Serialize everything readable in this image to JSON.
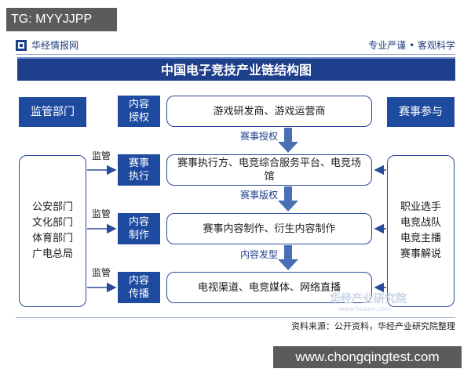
{
  "overlay": {
    "tag": "TG: MYYJJPP",
    "site": "www.chongqingtest.com"
  },
  "header": {
    "brand": "华经情报网",
    "slogan": "专业严谨 • 客观科学"
  },
  "title": "中国电子竞技产业链结构图",
  "left": {
    "header": "监管部门",
    "items": [
      "公安部门",
      "文化部门",
      "体育部门",
      "广电总局"
    ]
  },
  "right": {
    "header": "赛事参与",
    "items": [
      "职业选手",
      "电竞战队",
      "电竞主播",
      "赛事解说"
    ]
  },
  "rows": [
    {
      "tag": [
        "内容",
        "授权"
      ],
      "content": "游戏研发商、游戏运营商",
      "arrow_label": ""
    },
    {
      "tag": [
        "赛事",
        "执行"
      ],
      "content": "赛事执行方、电竞综合服务平台、电竞场馆",
      "arrow_label": "监管"
    },
    {
      "tag": [
        "内容",
        "制作"
      ],
      "content": "赛事内容制作、衍生内容制作",
      "arrow_label": "监管"
    },
    {
      "tag": [
        "内容",
        "传播"
      ],
      "content": "电视渠道、电竞媒体、网络直播",
      "arrow_label": "监管"
    }
  ],
  "between_labels": [
    "赛事授权",
    "赛事版权",
    "内容发型"
  ],
  "footer": {
    "source": "资料来源：公开资料，华经产业研究院整理"
  },
  "watermark": {
    "text": "华经产业研究院",
    "url": "www.huaon.com"
  },
  "colors": {
    "navy": "#1e3f8c",
    "blue": "#1e4aa0",
    "arrow": "#4a6fb5"
  }
}
